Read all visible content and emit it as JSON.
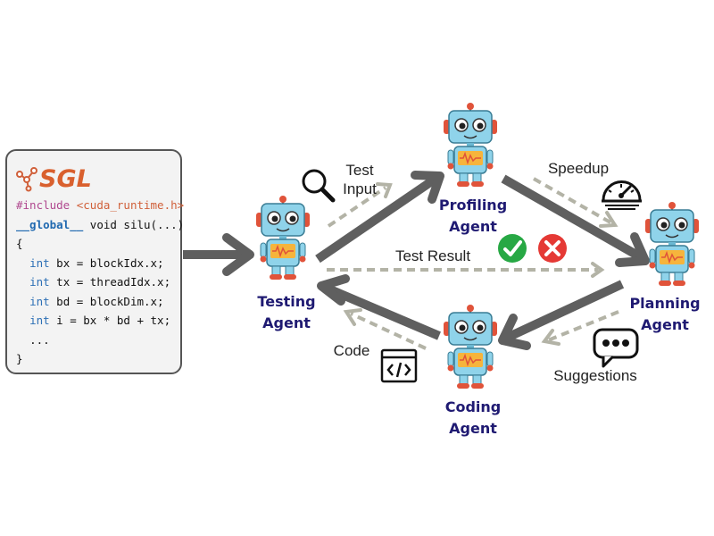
{
  "code_panel": {
    "logo_text": "SGL",
    "lines": {
      "include_kw": "#include",
      "include_file": "<cuda_runtime.h>",
      "global_kw": "__global__",
      "signature": " void silu(...)",
      "open_brace": "{",
      "l1_type": "int",
      "l1_rest": " bx = blockIdx.x;",
      "l2_type": "int",
      "l2_rest": " tx = threadIdx.x;",
      "l3_type": "int",
      "l3_rest": " bd = blockDim.x;",
      "l4_type": "int",
      "l4_rest": " i = bx * bd + tx;",
      "ellipsis": "...",
      "close_brace": "}"
    }
  },
  "agents": {
    "testing": {
      "line1": "Testing",
      "line2": "Agent"
    },
    "profiling": {
      "line1": "Profiling",
      "line2": "Agent"
    },
    "planning": {
      "line1": "Planning",
      "line2": "Agent"
    },
    "coding": {
      "line1": "Coding",
      "line2": "Agent"
    }
  },
  "labels": {
    "test_input_1": "Test",
    "test_input_2": "Input",
    "speedup": "Speedup",
    "test_result": "Test Result",
    "code": "Code",
    "suggestions": "Suggestions"
  },
  "colors": {
    "agent_name": "#1f1a72",
    "main_arrow": "#5f5f5f",
    "dashed_arrow": "#b3b3a6",
    "robot_body": "#8fd3ea",
    "robot_screen": "#f6b43c",
    "robot_wave": "#e0533a",
    "antenna": "#e0533a",
    "check": "#27a844",
    "cross": "#e53935"
  },
  "icons": [
    "search-icon",
    "speedometer-icon",
    "check-icon",
    "cross-icon",
    "chat-bubble-icon",
    "code-window-icon",
    "robot-icon"
  ]
}
